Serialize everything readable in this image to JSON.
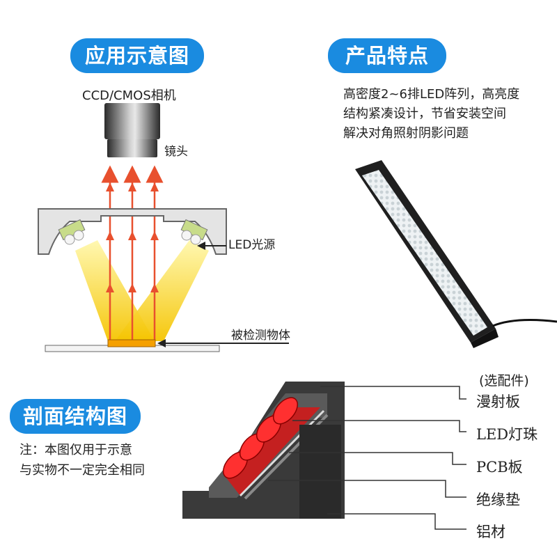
{
  "sections": {
    "application": "应用示意图",
    "features": "产品特点",
    "cross_section": "剖面结构图"
  },
  "application_labels": {
    "camera": "CCD/CMOS相机",
    "lens": "镜头",
    "led_source": "LED光源",
    "object": "被检测物体"
  },
  "features": [
    "高密度2~6排LED阵列，高亮度",
    "结构紧凑设计，节省安装空间",
    "解决对角照射阴影问题"
  ],
  "note": [
    "注：本图仅用于示意",
    "与实物不一定完全相同"
  ],
  "cross_section_labels": {
    "optional": "(选配件)",
    "diffuser": "漫射板",
    "led_bead": "LED灯珠",
    "pcb": "PCB板",
    "insulation": "绝缘垫",
    "aluminum": "铝材"
  }
}
